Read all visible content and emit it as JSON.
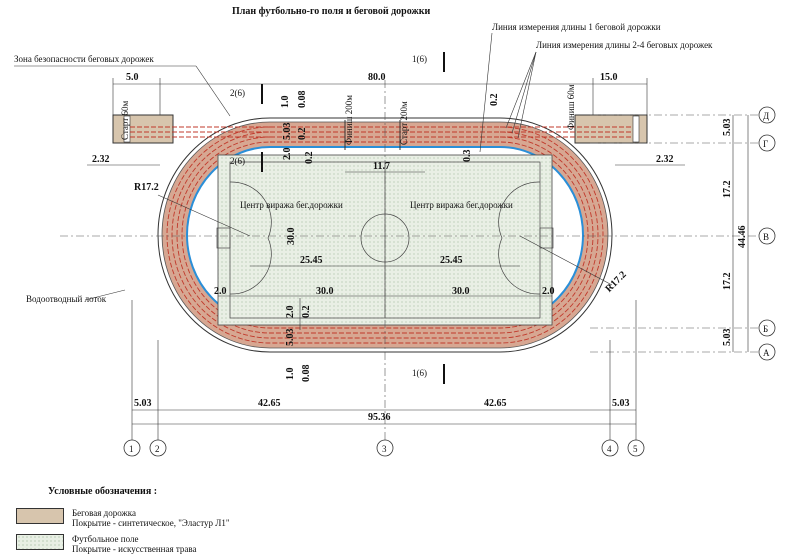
{
  "title": "План футбольно-го поля и беговой дорожки",
  "annotations": {
    "measure_line_1": "Линия измерения длины 1 беговой дорожки",
    "measure_line_2_4": "Линия измерения длины 2-4 беговых дорожек",
    "safety_zone": "Зона безопасности беговых дорожек",
    "drain": "Водоотводный лоток",
    "start_60": "Старт 60м",
    "finish_200": "Финиш 200м",
    "start_200": "Старт 200м",
    "finish_60": "Финиш 60м",
    "curve_center_left": "Центр виража бег.дорожки",
    "curve_center_right": "Центр виража бег.дорожки"
  },
  "section_marks": {
    "top": "1(6)",
    "bottom": "1(6)",
    "left_1": "2(6)",
    "left_2": "2(6)"
  },
  "dimensions": {
    "left_apron": "5.0",
    "top_length": "80.0",
    "right_apron": "15.0",
    "left_offset": "2.32",
    "right_offset": "2.32",
    "radius_left": "R17.2",
    "radius_right": "R17.2",
    "v_1_0_top": "1.0",
    "v_0_08_top": "0.08",
    "v_5_03_top": "5.03",
    "v_2_0_top": "2.0",
    "v_0_2_top": "0.2",
    "v_0_2_mid": "0.2",
    "v_0_3": "0.3",
    "gap_11_7": "11.7",
    "field_width_30": "30.0",
    "half_25_45_left": "25.45",
    "half_25_45_right": "25.45",
    "edge_2_0_left": "2.0",
    "edge_2_0_right": "2.0",
    "half_30_left": "30.0",
    "half_30_right": "30.0",
    "v_2_0_bottom": "2.0",
    "v_0_2_bottom": "0.2",
    "v_5_03_bottom": "5.03",
    "v_1_0_bottom": "1.0",
    "v_0_08_bottom": "0.08",
    "right_5_03_top": "5.03",
    "right_17_2_top": "17.2",
    "right_44_46": "44.46",
    "right_17_2_bottom": "17.2",
    "right_5_03_bottom": "5.03",
    "bottom_5_03_left": "5.03",
    "bottom_42_65_left": "42.65",
    "bottom_total": "95.36",
    "bottom_42_65_right": "42.65",
    "bottom_5_03_right": "5.03"
  },
  "row_axes": [
    "Д",
    "Г",
    "В",
    "Б",
    "А"
  ],
  "column_axes": [
    "1",
    "2",
    "3",
    "4",
    "5"
  ],
  "legend": {
    "title": "Условные обозначения :",
    "items": [
      {
        "name": "Беговая дорожка",
        "detail": "Покрытие - синтетическое, \"Эластур Л1\""
      },
      {
        "name": "Футбольное поле",
        "detail": "Покрытие - искусственная трава"
      }
    ]
  },
  "colors": {
    "track": "#d7a792",
    "track_line": "#c0392b",
    "field": "#e8efe4",
    "apron": "#d7c5ad",
    "drain": "#2a8fd8"
  }
}
